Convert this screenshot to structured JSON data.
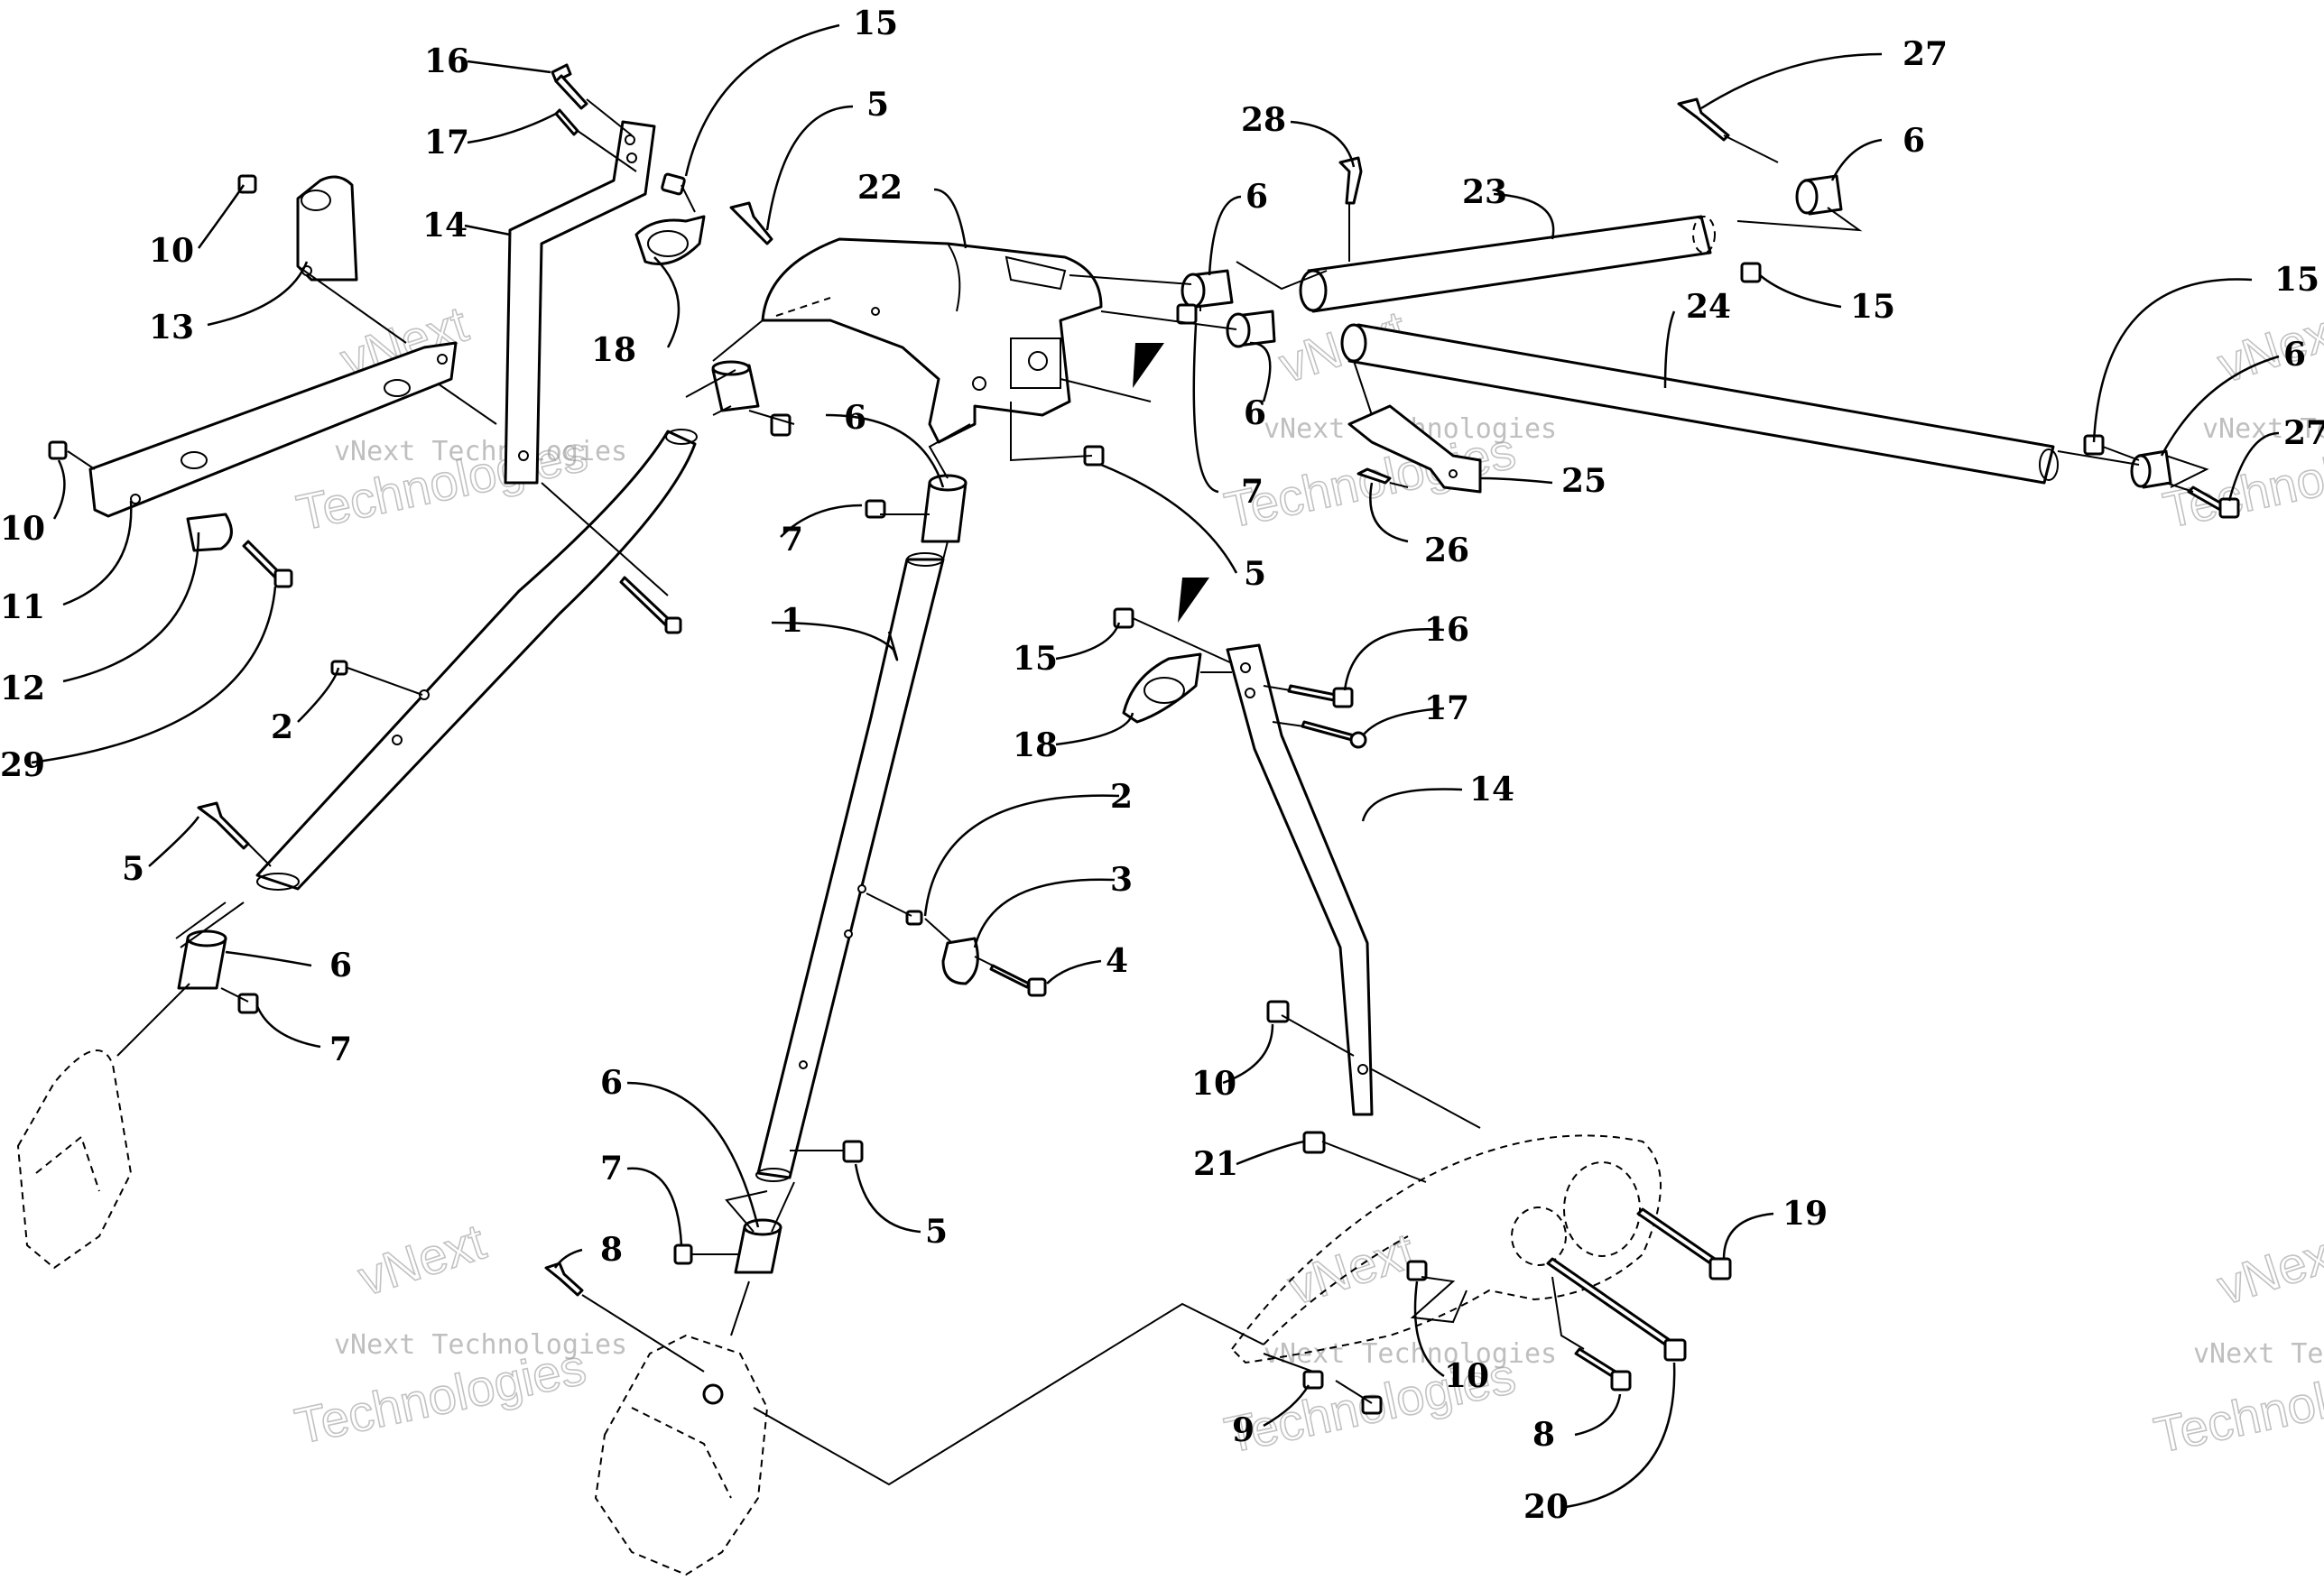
{
  "callouts": {
    "c15_top": "15",
    "c16_top": "16",
    "c17_top": "17",
    "c14_top": "14",
    "c18_top": "18",
    "c10_a": "10",
    "c13": "13",
    "c10_b": "10",
    "c11": "11",
    "c12": "12",
    "c29": "29",
    "c5_top": "5",
    "c22": "22",
    "c6_mid": "6",
    "c7_mid": "7",
    "c1": "1",
    "c2_left": "2",
    "c5_left": "5",
    "c6_left": "6",
    "c7_left": "7",
    "c28": "28",
    "c6_upper": "6",
    "c23": "23",
    "c27": "27",
    "c6_right": "6",
    "c15_right": "15",
    "c24": "24",
    "c15_far": "15",
    "c6_far": "6",
    "c27_far": "27",
    "c6_b": "6",
    "c7_b": "7",
    "c25": "25",
    "c26": "26",
    "c5_center": "5",
    "c15_lower": "15",
    "c18_lower": "18",
    "c16_lower": "16",
    "c17_lower": "17",
    "c14_lower": "14",
    "c2_center": "2",
    "c3": "3",
    "c4": "4",
    "c10_lower": "10",
    "c21": "21",
    "c19": "19",
    "c6_bottom": "6",
    "c7_bottom": "7",
    "c5_bottom": "5",
    "c8_left": "8",
    "c10_bottom": "10",
    "c9": "9",
    "c8_right": "8",
    "c20": "20"
  },
  "watermark": {
    "line1": "vNext",
    "line2": "vNext Technologies",
    "line3": "Technologies"
  }
}
